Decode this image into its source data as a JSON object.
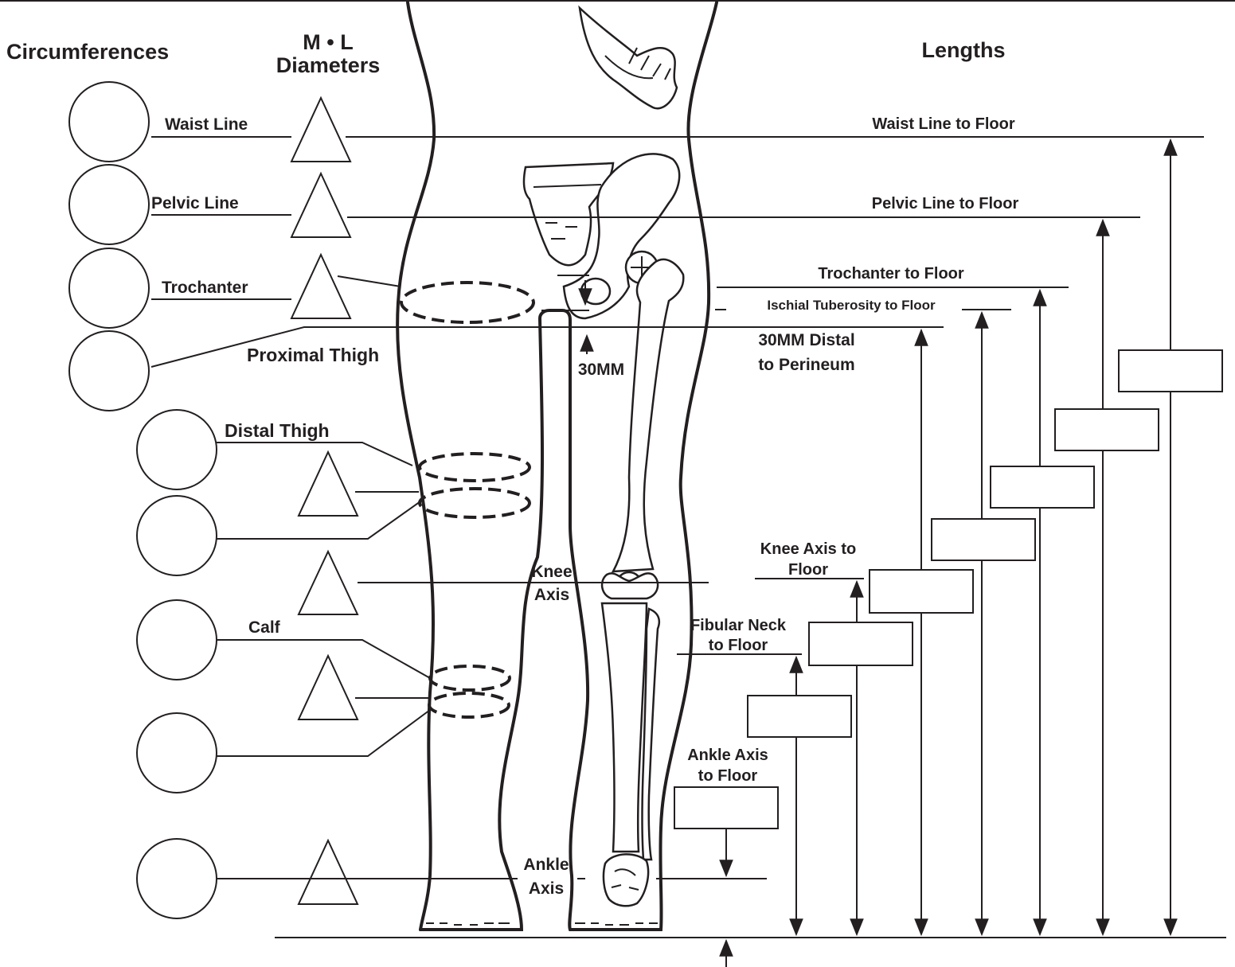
{
  "headers": {
    "circumferences": "Circumferences",
    "ml_line1": "M • L",
    "ml_line2": "Diameters",
    "lengths": "Lengths"
  },
  "left_labels": {
    "waist_line": "Waist Line",
    "pelvic_line": "Pelvic Line",
    "trochanter": "Trochanter",
    "proximal_thigh": "Proximal Thigh",
    "distal_thigh": "Distal Thigh",
    "calf": "Calf"
  },
  "leg_labels": {
    "mm30": "30MM",
    "knee_line1": "Knee",
    "knee_line2": "Axis",
    "ankle_line1": "Ankle",
    "ankle_line2": "Axis"
  },
  "length_labels": {
    "waist_to_floor": "Waist Line to Floor",
    "pelvic_to_floor": "Pelvic Line to Floor",
    "trochanter_to_floor": "Trochanter to Floor",
    "ischial_to_floor": "Ischial Tuberosity to Floor",
    "perineum_line1": "30MM Distal",
    "perineum_line2": "to Perineum",
    "knee_line1": "Knee Axis to",
    "knee_line2": "Floor",
    "fibular_line1": "Fibular Neck",
    "fibular_line2": "to Floor",
    "ankle_line1": "Ankle Axis",
    "ankle_line2": "to Floor"
  }
}
